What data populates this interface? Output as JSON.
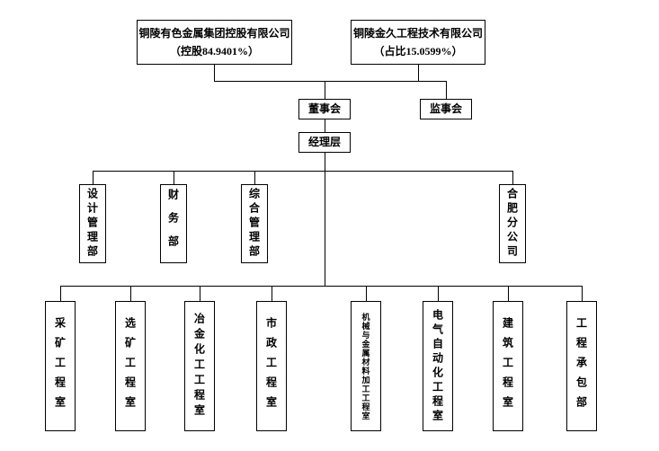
{
  "org_chart": {
    "shareholders": {
      "left": {
        "name": "铜陵有色金属集团控股有限公司",
        "stake": "（控股84.9401%）"
      },
      "right": {
        "name": "铜陵金久工程技术有限公司",
        "stake": "（占比15.0599%）"
      }
    },
    "board": {
      "label": "董事会"
    },
    "supervisory_board": {
      "label": "监事会"
    },
    "management": {
      "label": "经理层"
    },
    "departments": [
      "设计管理部",
      "财务部",
      "综合管理部",
      "合肥分公司"
    ],
    "offices": [
      "采矿工程室",
      "选矿工程室",
      "冶金化工工程室",
      "市政工程室",
      "机械与金属材料加工工程室",
      "电气自动化工程室",
      "建筑工程室",
      "工程承包部"
    ]
  }
}
